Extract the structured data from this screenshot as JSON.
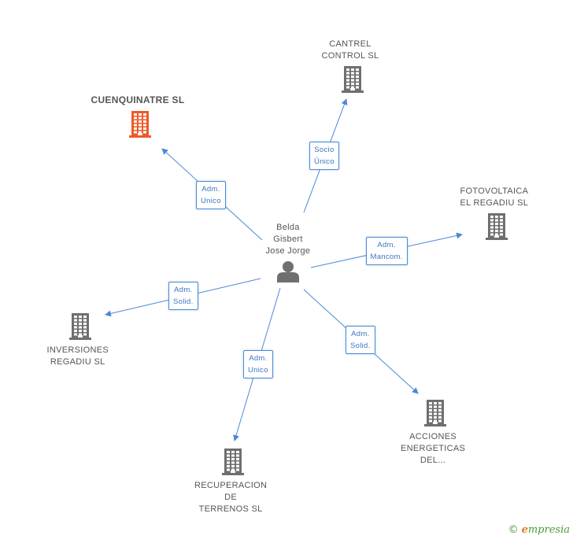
{
  "center": {
    "name_lines": [
      "Belda",
      "Gisbert",
      "Jose Jorge"
    ],
    "icon": "person-icon"
  },
  "companies": [
    {
      "id": "cuenquinatre",
      "lines": [
        "CUENQUINATRE SL"
      ],
      "highlight": true
    },
    {
      "id": "cantrel",
      "lines": [
        "CANTREL",
        "CONTROL SL"
      ],
      "highlight": false
    },
    {
      "id": "fotovoltaica",
      "lines": [
        "FOTOVOLTAICA",
        "EL REGADIU SL"
      ],
      "highlight": false
    },
    {
      "id": "inversiones",
      "lines": [
        "INVERSIONES",
        "REGADIU SL"
      ],
      "highlight": false
    },
    {
      "id": "recuperacion",
      "lines": [
        "RECUPERACION",
        "DE",
        "TERRENOS SL"
      ],
      "highlight": false
    },
    {
      "id": "acciones",
      "lines": [
        "ACCIONES",
        "ENERGETICAS",
        "DEL..."
      ],
      "highlight": false
    }
  ],
  "relations": [
    {
      "to": "cuenquinatre",
      "lines": [
        "Adm.",
        "Unico"
      ]
    },
    {
      "to": "cantrel",
      "lines": [
        "Socio",
        "Único"
      ]
    },
    {
      "to": "fotovoltaica",
      "lines": [
        "Adm.",
        "Mancom."
      ]
    },
    {
      "to": "inversiones",
      "lines": [
        "Adm.",
        "Solid."
      ]
    },
    {
      "to": "recuperacion",
      "lines": [
        "Adm.",
        "Unico"
      ]
    },
    {
      "to": "acciones",
      "lines": [
        "Adm.",
        "Solid."
      ]
    }
  ],
  "colors": {
    "edge": "#4a8ad4",
    "building": "#6f6f6f",
    "building_highlight": "#ee5a2a",
    "person": "#6f6f6f"
  },
  "footer": {
    "copyright": "©",
    "brand_first": "e",
    "brand_rest": "mpresia"
  }
}
